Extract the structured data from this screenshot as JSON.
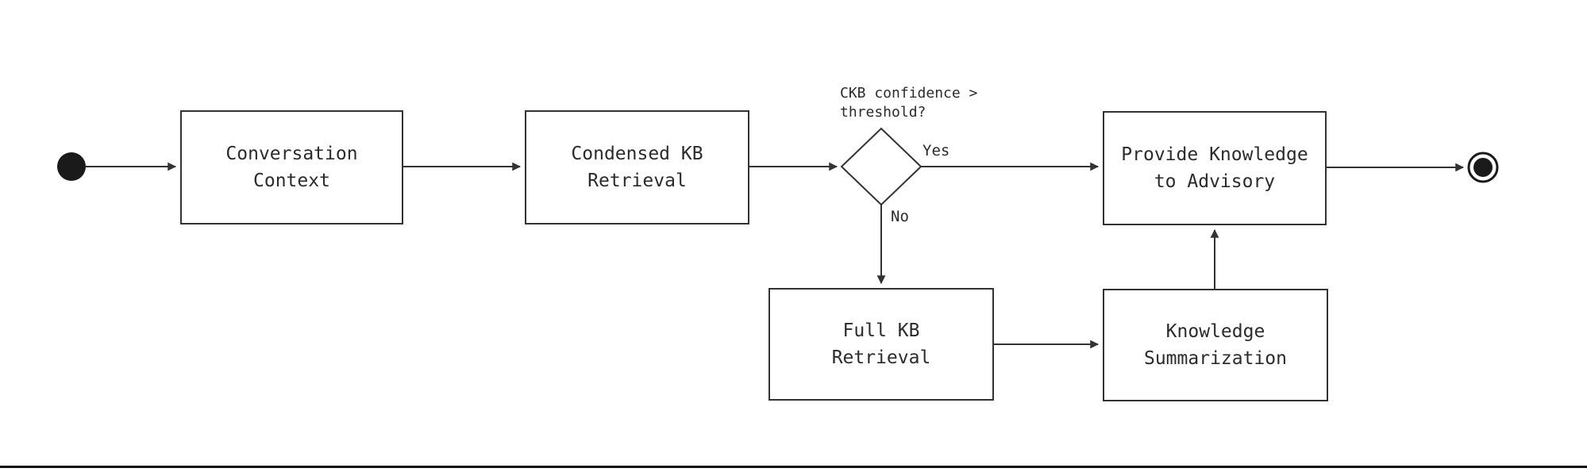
{
  "colors": {
    "background": "#ffffff",
    "line": "#333333",
    "text": "#2b2b2b",
    "node_fill": "#ffffff",
    "terminal_fill": "#1a1a1a",
    "bottom_bar": "#141414"
  },
  "diagram": {
    "type": "activity-flowchart",
    "nodes": [
      {
        "id": "conversation-context",
        "label": "Conversation\nContext"
      },
      {
        "id": "condensed-kb-retrieval",
        "label": "Condensed KB\nRetrieval"
      },
      {
        "id": "provide-knowledge-to-advisory",
        "label": "Provide Knowledge\nto Advisory"
      },
      {
        "id": "full-kb-retrieval",
        "label": "Full KB\nRetrieval"
      },
      {
        "id": "knowledge-summarization",
        "label": "Knowledge\nSummarization"
      }
    ],
    "decision": {
      "label": "CKB confidence >\nthreshold?"
    },
    "edge_labels": {
      "yes": "Yes",
      "no": "No"
    },
    "flow": [
      "start -> Conversation Context",
      "Conversation Context -> Condensed KB Retrieval",
      "Condensed KB Retrieval -> decision",
      "decision -Yes-> Provide Knowledge to Advisory",
      "decision -No-> Full KB Retrieval",
      "Full KB Retrieval -> Knowledge Summarization",
      "Knowledge Summarization -> Provide Knowledge to Advisory",
      "Provide Knowledge to Advisory -> end"
    ]
  }
}
